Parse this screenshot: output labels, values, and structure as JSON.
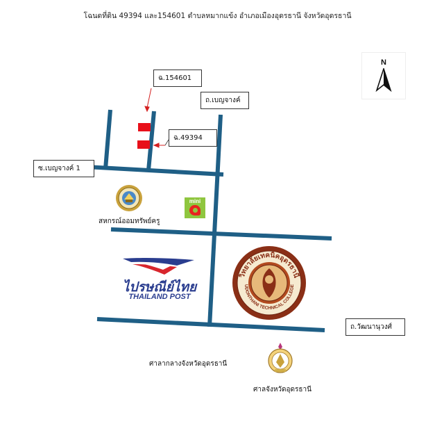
{
  "title": "โฉนดที่ดิน 49394 และ154601 ตำบลหมากแข้ง อำเภอเมืองอุดรธานี จังหวัดอุดรธานี",
  "compass": {
    "letter": "N",
    "icon": "north-arrow-icon"
  },
  "labels": {
    "deed_154601": "ฉ.154601",
    "deed_49394": "ฉ.49394",
    "road_benchajang": "ถ.เบญจางค์",
    "soi_benchajang_1": "ซ.เบญจางค์ 1",
    "road_watthananuwong": "ถ.วัฒนานุวงศ์",
    "coop": "สหกรณ์ออมทรัพย์ครู",
    "city_hall": "ศาลากลางจังหวัดอุดรธานี",
    "court": "ศาลจังหวัดอุดรธานี"
  },
  "landmarks": {
    "minimart_logo_text": "mini",
    "post_logo_thai": "ไปรษณีย์ไทย",
    "post_logo_en": "THAILAND POST",
    "college_seal_thai": "วิทยาลัยเทคนิคอุดรธานี",
    "college_seal_en": "UDONTHANI TECHNICAL COLLEGE"
  },
  "colors": {
    "road": "#1f5f86",
    "plot": "#e8101a",
    "arrow": "#d42020",
    "post_blue": "#2a3d8f",
    "post_red": "#d8262d",
    "college_brown": "#8a2f16",
    "coop_gold": "#c9a23c",
    "minimart_green": "#8fc63f"
  }
}
